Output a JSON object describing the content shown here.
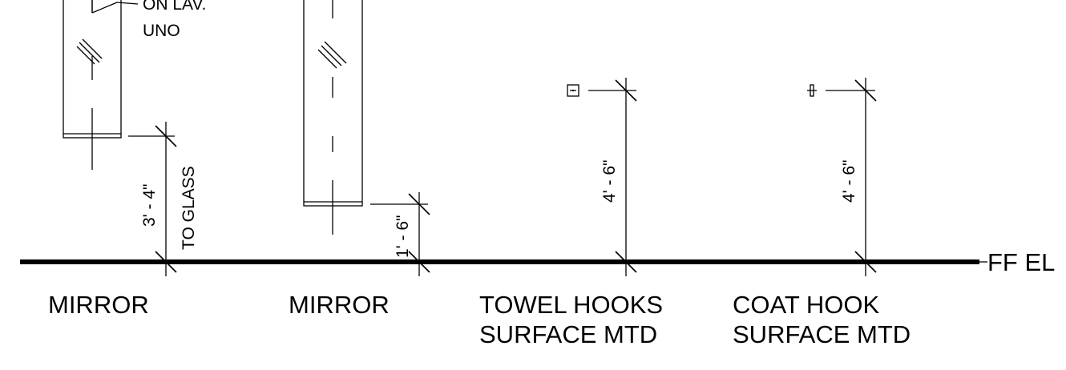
{
  "floor_label": "FF EL",
  "note": {
    "line1": "ON LAV.",
    "line2": "UNO"
  },
  "items": [
    {
      "label_line1": "MIRROR",
      "label_line2": "",
      "height_dim": "3' - 4\"",
      "height_note": "TO GLASS"
    },
    {
      "label_line1": "MIRROR",
      "label_line2": "",
      "height_dim": "1' - 6\"",
      "height_note": ""
    },
    {
      "label_line1": "TOWEL HOOKS",
      "label_line2": "SURFACE MTD",
      "height_dim": "4' - 6\"",
      "height_note": ""
    },
    {
      "label_line1": "COAT HOOK",
      "label_line2": "SURFACE MTD",
      "height_dim": "4' - 6\"",
      "height_note": ""
    }
  ]
}
